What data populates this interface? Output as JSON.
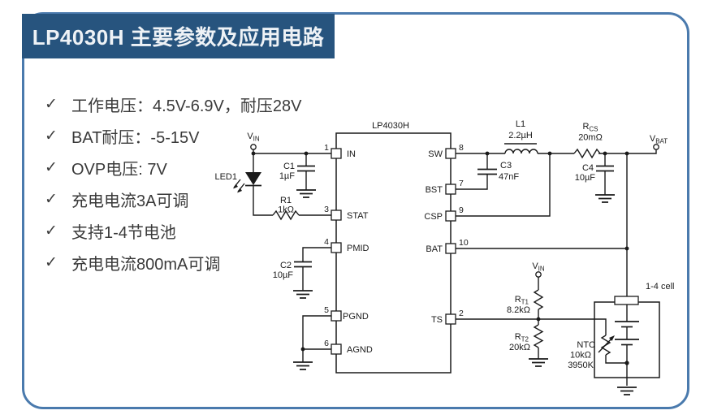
{
  "header": {
    "title": "LP4030H 主要参数及应用电路"
  },
  "features": {
    "check_glyph": "✓",
    "items": [
      "工作电压：4.5V-6.9V，耐压28V",
      "BAT耐压：-5-15V",
      "OVP电压: 7V",
      "充电电流3A可调",
      "支持1-4节电池",
      "充电电流800mA可调"
    ]
  },
  "circuit": {
    "ic_label": "LP4030H",
    "terminals": {
      "vin": {
        "main": "V",
        "sub": "IN"
      },
      "vbat": {
        "main": "V",
        "sub": "BAT"
      }
    },
    "pins": {
      "in": {
        "num": "1",
        "name": "IN"
      },
      "stat": {
        "num": "3",
        "name": "STAT"
      },
      "pmid": {
        "num": "4",
        "name": "PMID"
      },
      "pgnd": {
        "num": "5",
        "name": "PGND"
      },
      "agnd": {
        "num": "6",
        "name": "AGND"
      },
      "sw": {
        "num": "8",
        "name": "SW"
      },
      "bst": {
        "num": "7",
        "name": "BST"
      },
      "csp": {
        "num": "9",
        "name": "CSP"
      },
      "bat": {
        "num": "10",
        "name": "BAT"
      },
      "ts": {
        "num": "2",
        "name": "TS"
      }
    },
    "components": {
      "led1": "LED1",
      "c1_name": "C1",
      "c1_value": "1µF",
      "r1_name": "R1",
      "r1_value": "1kΩ",
      "c2_name": "C2",
      "c2_value": "10µF",
      "l1_name": "L1",
      "l1_value": "2.2µH",
      "c3_name": "C3",
      "c3_value": "47nF",
      "rcs_main": "R",
      "rcs_sub": "CS",
      "rcs_value": "20mΩ",
      "c4_name": "C4",
      "c4_value": "10µF",
      "rt1_main": "R",
      "rt1_sub": "T1",
      "rt1_value": "8.2kΩ",
      "rt2_main": "R",
      "rt2_sub": "T2",
      "rt2_value": "20kΩ",
      "ntc_name": "NTC",
      "ntc_value": "10kΩ",
      "ntc_temp": "3950K",
      "battery_label": "1-4 cell"
    }
  },
  "colors": {
    "banner": "#27547e",
    "frame": "#4a7aad",
    "wire": "#1a1a1a"
  }
}
